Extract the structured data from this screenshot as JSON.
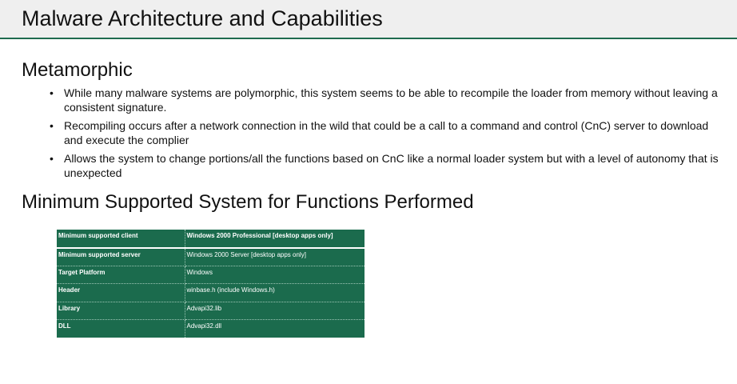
{
  "slide": {
    "title": "Malware Architecture and Capabilities",
    "sections": [
      {
        "heading": "Metamorphic",
        "bullets": [
          "While many malware systems are polymorphic, this system seems to be able to recompile the loader from memory without leaving a consistent signature.",
          "Recompiling occurs after a network connection in the wild that could be a call to a command and control (CnC) server to download and execute the complier",
          "Allows the system to change portions/all the functions based on CnC like a normal loader system but with a level of autonomy that is unexpected"
        ]
      },
      {
        "heading": "Minimum Supported System for Functions Performed"
      }
    ],
    "table": {
      "rows": [
        [
          "Minimum supported client",
          "Windows 2000 Professional [desktop apps only]"
        ],
        [
          "Minimum supported server",
          "Windows 2000 Server [desktop apps only]"
        ],
        [
          "Target Platform",
          "Windows"
        ],
        [
          "Header",
          "winbase.h (include Windows.h)"
        ],
        [
          "Library",
          "Advapi32.lib"
        ],
        [
          "DLL",
          "Advapi32.dll"
        ]
      ]
    }
  },
  "colors": {
    "accent": "#1f6b4f",
    "table_bg": "#1b6b4d",
    "title_bg": "#efefef"
  }
}
